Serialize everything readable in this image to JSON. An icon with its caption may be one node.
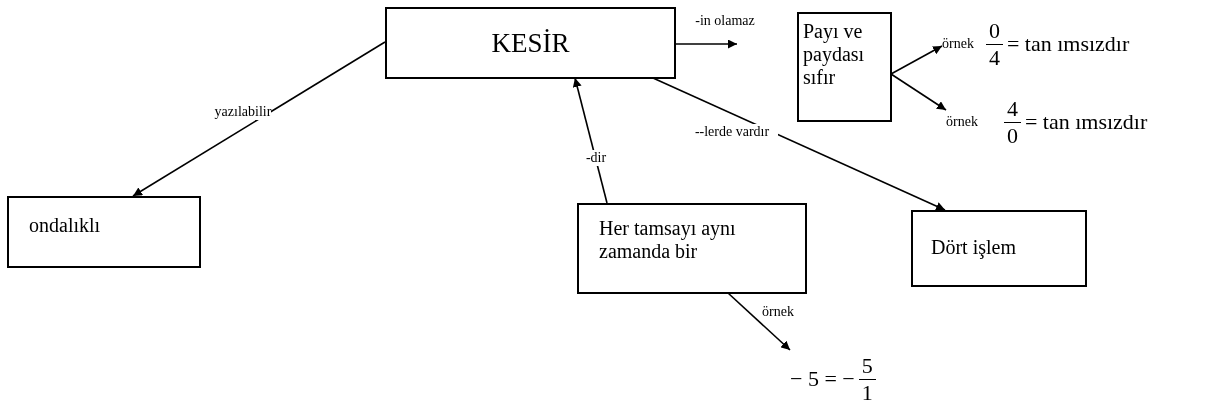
{
  "diagram": {
    "nodes": [
      {
        "text": [
          "KESİR"
        ]
      },
      {
        "text": [
          "ondalıklı"
        ]
      },
      {
        "text": [
          "Her tamsayı aynı zamanda bir"
        ]
      },
      {
        "text": [
          "Dört işlem"
        ]
      },
      {
        "text": [
          "Payı ve paydası sıfır"
        ]
      },
      {
        "text": [
          "örnek",
          "0",
          "4",
          "= tan ımsızdır"
        ]
      },
      {
        "text": [
          "örnek",
          "4",
          "0",
          "= tan ımsızdır"
        ]
      },
      {
        "text": [
          "− 5 = −",
          "5",
          "1"
        ]
      }
    ],
    "edges": [
      {
        "from": 0,
        "to": 1,
        "arrow": "to",
        "label": "yazılabilir"
      },
      {
        "from": 2,
        "to": 0,
        "arrow": "to",
        "label": "-dir"
      },
      {
        "from": 0,
        "to": 3,
        "arrow": "to",
        "label": "--lerde vardır"
      },
      {
        "from": 0,
        "to": null,
        "arrow": "to",
        "label": "-in olamaz"
      },
      {
        "from": 4,
        "to": 5,
        "arrow": "to"
      },
      {
        "from": 4,
        "to": 6,
        "arrow": "to"
      },
      {
        "from": 2,
        "to": 7,
        "arrow": "to",
        "label": "örnek"
      }
    ]
  }
}
